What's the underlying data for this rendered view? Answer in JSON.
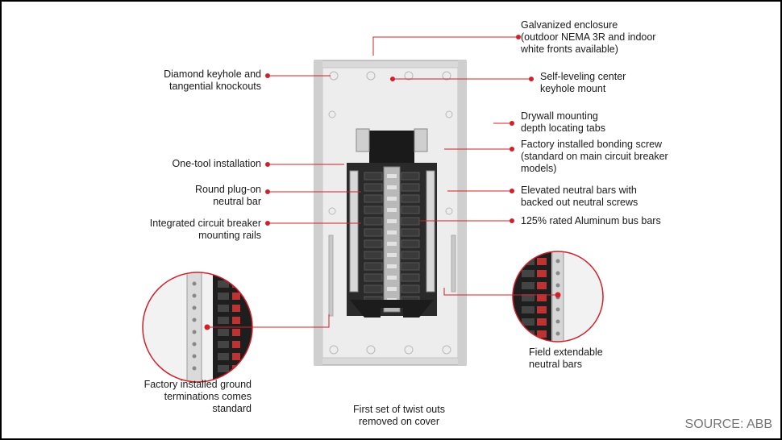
{
  "callouts": {
    "galvanized": "Galvanized enclosure\n(outdoor NEMA 3R and indoor\nwhite fronts available)",
    "keyhole_mount": "Self-leveling center\nkeyhole mount",
    "drywall": "Drywall mounting\ndepth locating tabs",
    "bonding_screw": "Factory installed bonding screw\n(standard on main circuit breaker\nmodels)",
    "elevated_neutral": "Elevated neutral bars with\nbacked out neutral screws",
    "aluminum_bus": "125% rated Aluminum bus bars",
    "diamond_keyhole": "Diamond keyhole and\ntangential knockouts",
    "one_tool": "One-tool installation",
    "round_neutral": "Round plug-on\nneutral bar",
    "mounting_rails": "Integrated circuit breaker\nmounting rails",
    "ground_terminations": "Factory installed ground\nterminations comes\nstandard",
    "field_extendable": "Field extendable\nneutral bars",
    "twist_outs": "First set of twist outs\nremoved on cover"
  },
  "source": "SOURCE: ABB",
  "colors": {
    "accent": "#d0202a",
    "enclosure": "#e6e6e6",
    "breaker": "#1e1e1e"
  }
}
